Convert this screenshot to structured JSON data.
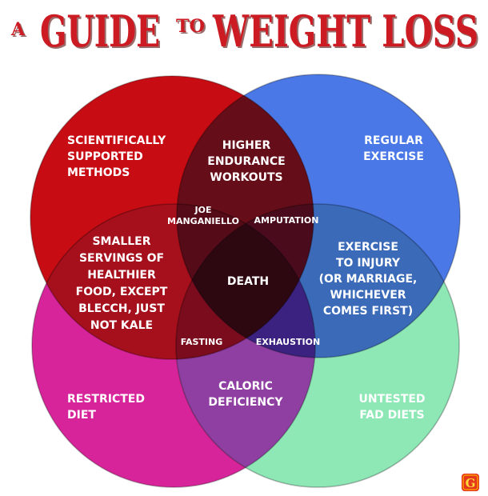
{
  "title": {
    "word_a": "A",
    "word_guide": "GUIDE",
    "word_to": "TO",
    "word_rest": "WEIGHT LOSS"
  },
  "colors": {
    "title": "#cc1b22",
    "title_shadow": "#5a0f0f",
    "circle_red": "#c80c14",
    "circle_blue": "#4a78e6",
    "circle_magenta": "#d8249a",
    "circle_mint": "#8ee8b6",
    "label": "#ffffff",
    "logo": "#e4371b"
  },
  "regions": {
    "scientific": [
      "SCIENTIFICALLY",
      "SUPPORTED",
      "METHODS"
    ],
    "regular": [
      "REGULAR",
      "EXERCISE"
    ],
    "higher": [
      "HIGHER",
      "ENDURANCE",
      "WORKOUTS"
    ],
    "joe": [
      "JOE",
      "MANGANIELLO"
    ],
    "amputation": [
      "AMPUTATION"
    ],
    "smaller": [
      "SMALLER",
      "SERVINGS OF",
      "HEALTHIER",
      "FOOD, EXCEPT",
      "BLECCH, JUST",
      "NOT KALE"
    ],
    "death": [
      "DEATH"
    ],
    "injury": [
      "EXERCISE",
      "TO INJURY",
      "(OR MARRIAGE,",
      "WHICHEVER",
      "COMES FIRST)"
    ],
    "fasting": [
      "FASTING"
    ],
    "exhaustion": [
      "EXHAUSTION"
    ],
    "caloric": [
      "CALORIC",
      "DEFICIENCY"
    ],
    "restricted": [
      "RESTRICTED",
      "DIET"
    ],
    "untested": [
      "UNTESTED",
      "FAD DIETS"
    ]
  },
  "logo": {
    "letter": "G",
    "icon": "brand-logo-icon"
  }
}
